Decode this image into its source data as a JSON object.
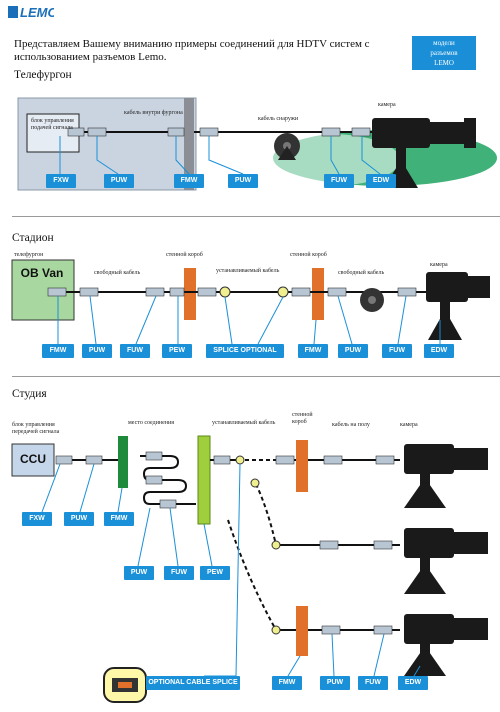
{
  "header": {
    "logo_text": "LEMO",
    "intro": "Представляем Вашему вниманию примеры соединений для HDTV систем с использованием разъемов Lemo.",
    "badge_lines": [
      "модели",
      "разъемов",
      "LEMO"
    ]
  },
  "van": {
    "title": "Телефургон",
    "control_box": "блок управления подачей сигнала",
    "cable_inside": "кабель внутри фургона",
    "cable_outside": "кабель снаружи",
    "camera": "камера",
    "tags": [
      "FXW",
      "PUW",
      "FMW",
      "PUW",
      "FUW",
      "EDW"
    ]
  },
  "stadium": {
    "title": "Стадион",
    "van_label": "телефургон",
    "van_box": "OB Van",
    "free_cable": "свободный кабель",
    "wall_box": "стенной короб",
    "installed_cable": "устанавливаемый кабель",
    "wall_box_2": "стенной короб",
    "free_cable_2": "свободный кабель",
    "camera": "камера",
    "tags": [
      "FMW",
      "PUW",
      "FUW",
      "PEW",
      "SPLICE OPTIONAL",
      "FMW",
      "PUW",
      "FUW",
      "EDW"
    ]
  },
  "studio": {
    "title": "Студия",
    "control_box": "блок управления передачей сигнала",
    "ccu": "CCU",
    "junction": "место соединения",
    "installed_cable": "устанавливаемый кабель",
    "wall_box": "стенной короб",
    "floor_cable": "кабель на полу",
    "camera": "камера",
    "tags_left": [
      "FXW",
      "PUW",
      "FMW"
    ],
    "tags_mid": [
      "PUW",
      "FUW",
      "PEW"
    ],
    "splice": "OPTIONAL CABLE SPLICE",
    "tags_right": [
      "FMW",
      "PUW",
      "FUW",
      "EDW"
    ]
  },
  "colors": {
    "accent": "#1a90d8",
    "wall_box": "#e0702a",
    "panel_green": "#1e8a3c",
    "junction_green": "#9fcf3c",
    "splice_yellow": "#f0ef90",
    "floor_green": "#2aa86a"
  }
}
